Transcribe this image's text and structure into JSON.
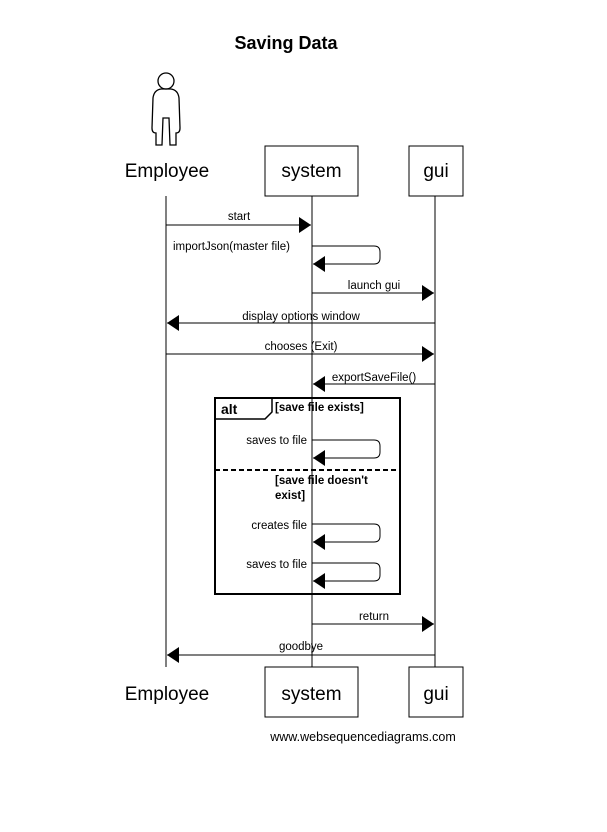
{
  "title": "Saving Data",
  "participants": {
    "employee": "Employee",
    "system": "system",
    "gui": "gui"
  },
  "messages": [
    {
      "id": "start",
      "text": "start",
      "from": "employee",
      "to": "system"
    },
    {
      "id": "importjson",
      "text": "importJson(master file)",
      "from": "system",
      "to": "system"
    },
    {
      "id": "launch-gui",
      "text": "launch gui",
      "from": "system",
      "to": "gui"
    },
    {
      "id": "display-options",
      "text": "display options window",
      "from": "gui",
      "to": "employee"
    },
    {
      "id": "chooses-exit",
      "text": "chooses (Exit)",
      "from": "employee",
      "to": "gui"
    },
    {
      "id": "export-save-file",
      "text": "exportSaveFile()",
      "from": "gui",
      "to": "system"
    },
    {
      "id": "saves-to-file-1",
      "text": "saves to file",
      "from": "system",
      "to": "system"
    },
    {
      "id": "creates-file",
      "text": "creates file",
      "from": "system",
      "to": "system"
    },
    {
      "id": "saves-to-file-2",
      "text": "saves to file",
      "from": "system",
      "to": "system"
    },
    {
      "id": "return",
      "text": "return",
      "from": "system",
      "to": "gui"
    },
    {
      "id": "goodbye",
      "text": "goodbye",
      "from": "gui",
      "to": "employee"
    }
  ],
  "alt": {
    "operator": "alt",
    "guard1": "[save file exists]",
    "guard2_line1": "[save file doesn't",
    "guard2_line2": "exist]"
  },
  "footer": "www.websequencediagrams.com"
}
